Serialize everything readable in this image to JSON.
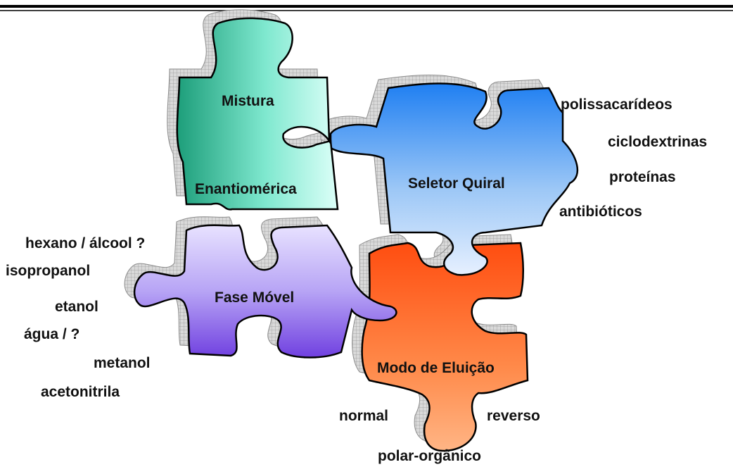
{
  "pieces": {
    "mistura": {
      "line1": "Mistura",
      "line2": "Enantiomérica",
      "color_top": "#1d9e7a",
      "color_bottom": "#d4fff6"
    },
    "seletor": {
      "label": "Seletor Quiral",
      "color_top": "#2080f0",
      "color_bottom": "#d8e8ff"
    },
    "fase": {
      "label": "Fase Móvel",
      "color_top": "#7040e0",
      "color_bottom": "#ece6ff"
    },
    "modo": {
      "label": "Modo de Eluição",
      "color_top": "#ff5a18",
      "color_bottom": "#ffb07a"
    }
  },
  "seletor_types": [
    "polissacarídeos",
    "ciclodextrinas",
    "proteínas",
    "antibióticos"
  ],
  "fase_solvents": {
    "hexano": "hexano / álcool ?",
    "isopropanol": "isopropanol",
    "etanol": "etanol",
    "agua": "água / ?",
    "metanol": "metanol",
    "acetonitrila": "acetonitrila"
  },
  "modos": {
    "normal": "normal",
    "reverso": "reverso",
    "polar": "polar-orgânico"
  }
}
